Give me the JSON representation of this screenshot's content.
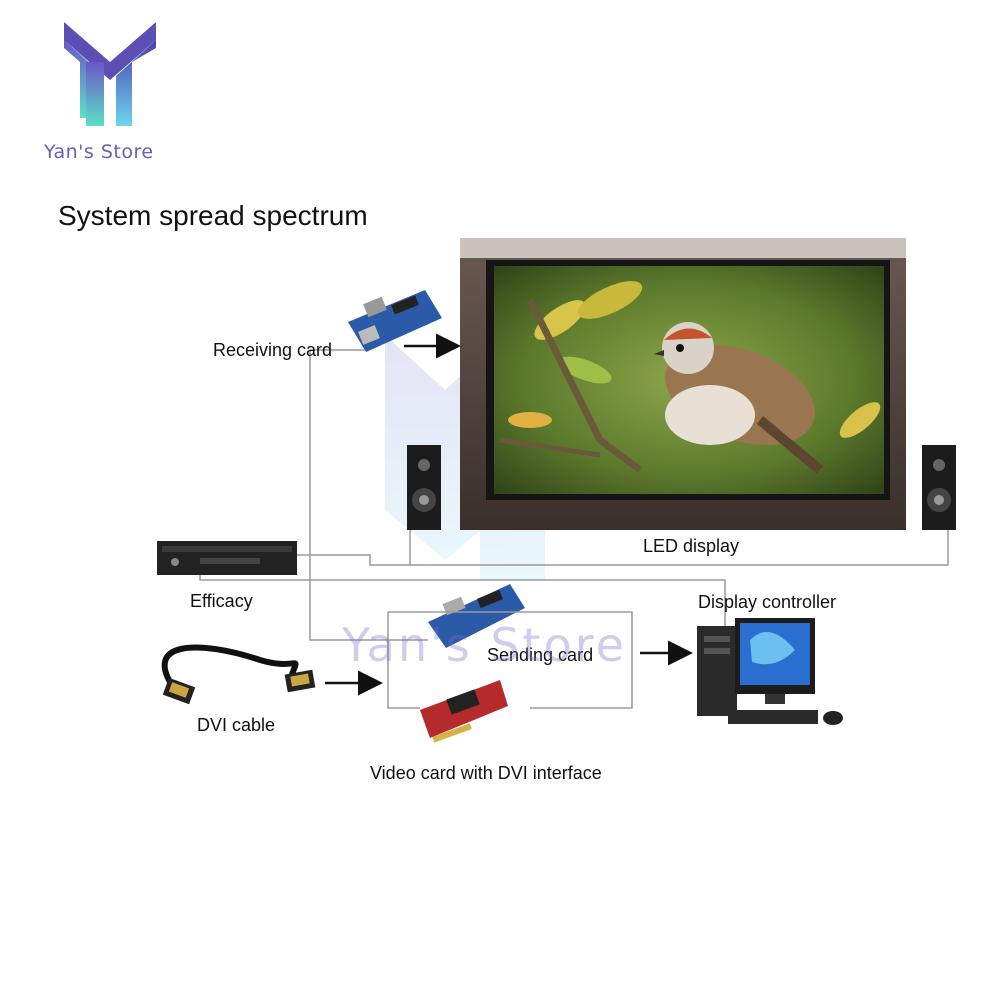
{
  "brand": {
    "name": "Yan's Store",
    "colors": {
      "primary": "#5b4fb4",
      "accent": "#5ce0c8"
    }
  },
  "title": "System spread spectrum",
  "components": {
    "receiving_card": "Receiving card",
    "led_display": "LED display",
    "efficacy": "Efficacy",
    "display_controller": "Display controller",
    "sending_card": "Sending card",
    "dvi_cable": "DVI cable",
    "video_card": "Video card with DVI interface"
  },
  "watermark": "Yan's Store"
}
